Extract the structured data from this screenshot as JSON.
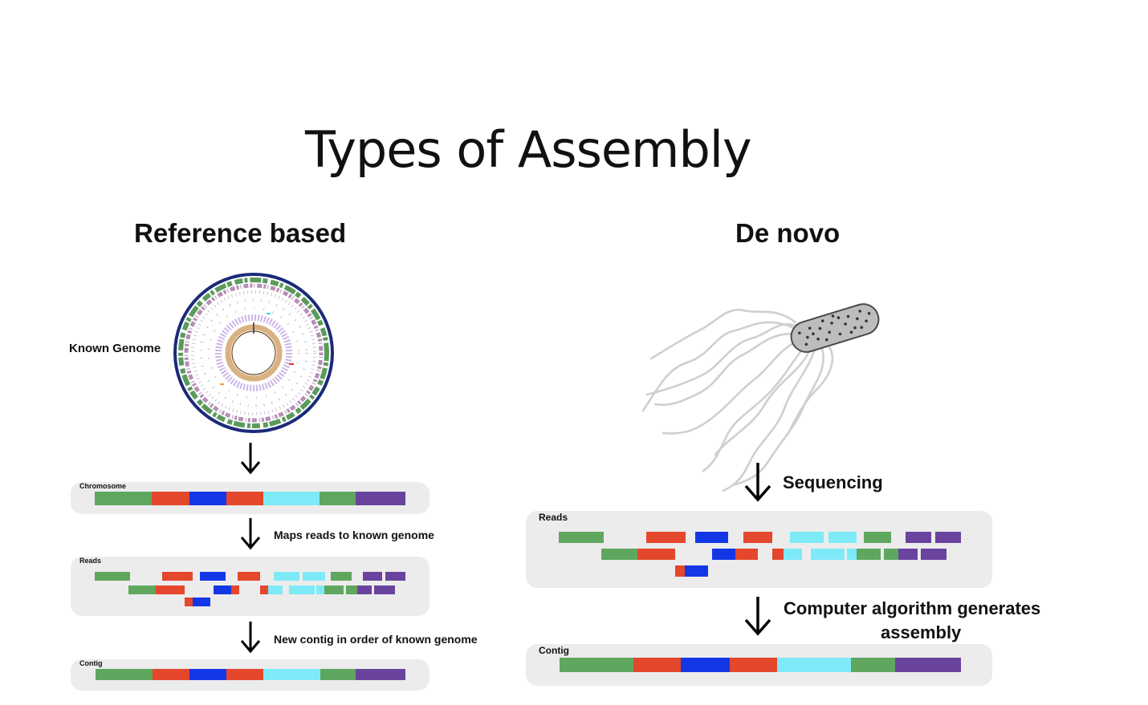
{
  "title": "Types of Assembly",
  "colors": {
    "green": "#5fa75f",
    "red": "#e4472c",
    "blue": "#1437e6",
    "cyan": "#7eeaf7",
    "purple": "#6a439e",
    "panel": "#ececec"
  },
  "reference": {
    "heading": "Reference based",
    "known_genome_label": "Known Genome",
    "chromosome_label": "Chromosome",
    "maps_label": "Maps reads to known genome",
    "reads_label": "Reads",
    "new_contig_label": "New contig in order of known genome",
    "contig_label": "Contig"
  },
  "denovo": {
    "heading": "De novo",
    "sequencing_label": "Sequencing",
    "reads_label": "Reads",
    "algorithm_label_line1": "Computer algorithm generates",
    "algorithm_label_line2": "assembly",
    "contig_label": "Contig"
  }
}
